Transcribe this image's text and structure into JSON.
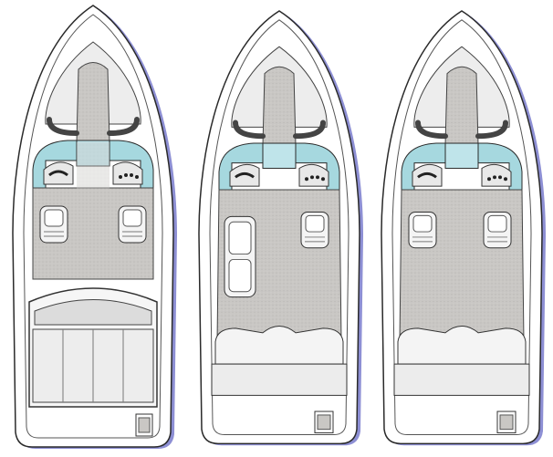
{
  "colors": {
    "background": "#ffffff",
    "hull": "#ffffff",
    "outline": "#2a2a2a",
    "carpet": "#c9c7c4",
    "carpet_dark": "#a9a7a4",
    "windshield": "#a6d8df",
    "hull_shadow": "#8d8fd4",
    "seat": "#f4f4f4"
  },
  "boats": [
    {
      "layout": "bow-rider-sun-pad"
    },
    {
      "layout": "bow-rider-bench"
    },
    {
      "layout": "bow-rider-open"
    }
  ]
}
